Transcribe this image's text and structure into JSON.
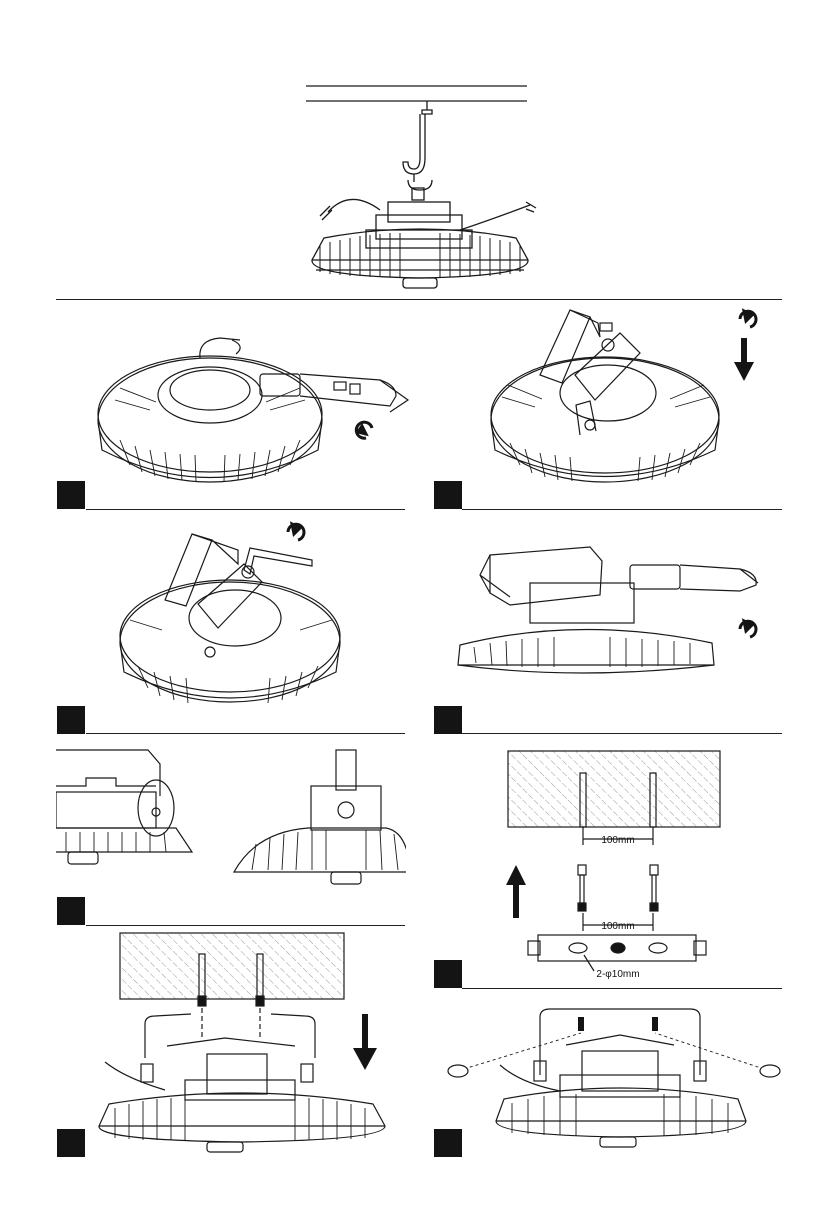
{
  "dimensions": {
    "anchor_spacing": "100mm",
    "slot_spacing": "100mm",
    "hole_spec": "2-φ10mm"
  },
  "steps": [
    {
      "id": "hook-mount",
      "badge": false
    },
    {
      "id": "remove-cap",
      "badge": true,
      "rotation": "counter-clockwise"
    },
    {
      "id": "attach-bracket",
      "badge": true,
      "motion": "rotate-and-lower"
    },
    {
      "id": "tighten-screw",
      "badge": true,
      "rotation": "clockwise"
    },
    {
      "id": "reattach-driver",
      "badge": true,
      "rotation": "clockwise"
    },
    {
      "id": "bracket-detail",
      "badge": true
    },
    {
      "id": "ceiling-anchors",
      "badge": true,
      "motion": "raise"
    },
    {
      "id": "hang-bracket",
      "badge": true,
      "motion": "lower"
    },
    {
      "id": "cap-bolts",
      "badge": true
    }
  ],
  "colors": {
    "ink": "#141414",
    "line": "#222222",
    "hatch": "#9a9a9a",
    "paper": "#ffffff"
  }
}
